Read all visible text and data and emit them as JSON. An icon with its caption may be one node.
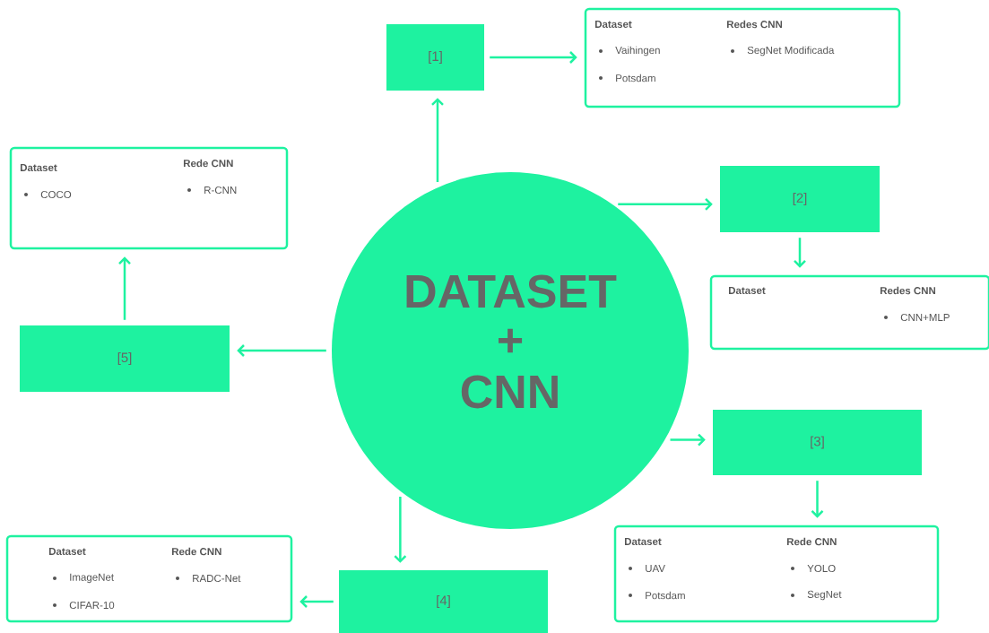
{
  "diagram": {
    "nodes": [
      {
        "text": [
          "[1]"
        ]
      },
      {
        "text": [
          "Dataset",
          "Vaihingen",
          "Potsdam",
          "Redes CNN",
          "SegNet Modificada"
        ]
      },
      {
        "text": [
          "Dataset",
          "COCO",
          "Rede CNN",
          "R-CNN"
        ]
      },
      {
        "text": [
          "[2]"
        ]
      },
      {
        "text": [
          "DATASET",
          "+",
          "CNN"
        ]
      },
      {
        "text": [
          "Dataset",
          "Redes CNN",
          "CNN+MLP"
        ]
      },
      {
        "text": [
          "[5]"
        ]
      },
      {
        "text": [
          "[3]"
        ]
      },
      {
        "text": [
          "Dataset",
          "ImageNet",
          "CIFAR-10",
          "Rede CNN",
          "RADC-Net"
        ]
      },
      {
        "text": [
          "Dataset",
          "UAV",
          "Potsdam",
          "Rede CNN",
          "YOLO",
          "SegNet"
        ]
      },
      {
        "text": [
          "[4]"
        ]
      }
    ],
    "edges": [
      {
        "from": 4,
        "to": 0,
        "arrow": "to"
      },
      {
        "from": 0,
        "to": 1,
        "arrow": "to"
      },
      {
        "from": 4,
        "to": 3,
        "arrow": "to"
      },
      {
        "from": 3,
        "to": 5,
        "arrow": "to"
      },
      {
        "from": 4,
        "to": 6,
        "arrow": "to"
      },
      {
        "from": 6,
        "to": 2,
        "arrow": "to"
      },
      {
        "from": 4,
        "to": 7,
        "arrow": "to"
      },
      {
        "from": 7,
        "to": 9,
        "arrow": "to"
      },
      {
        "from": 4,
        "to": 10,
        "arrow": "to"
      },
      {
        "from": 10,
        "to": 8,
        "arrow": "to"
      }
    ]
  }
}
